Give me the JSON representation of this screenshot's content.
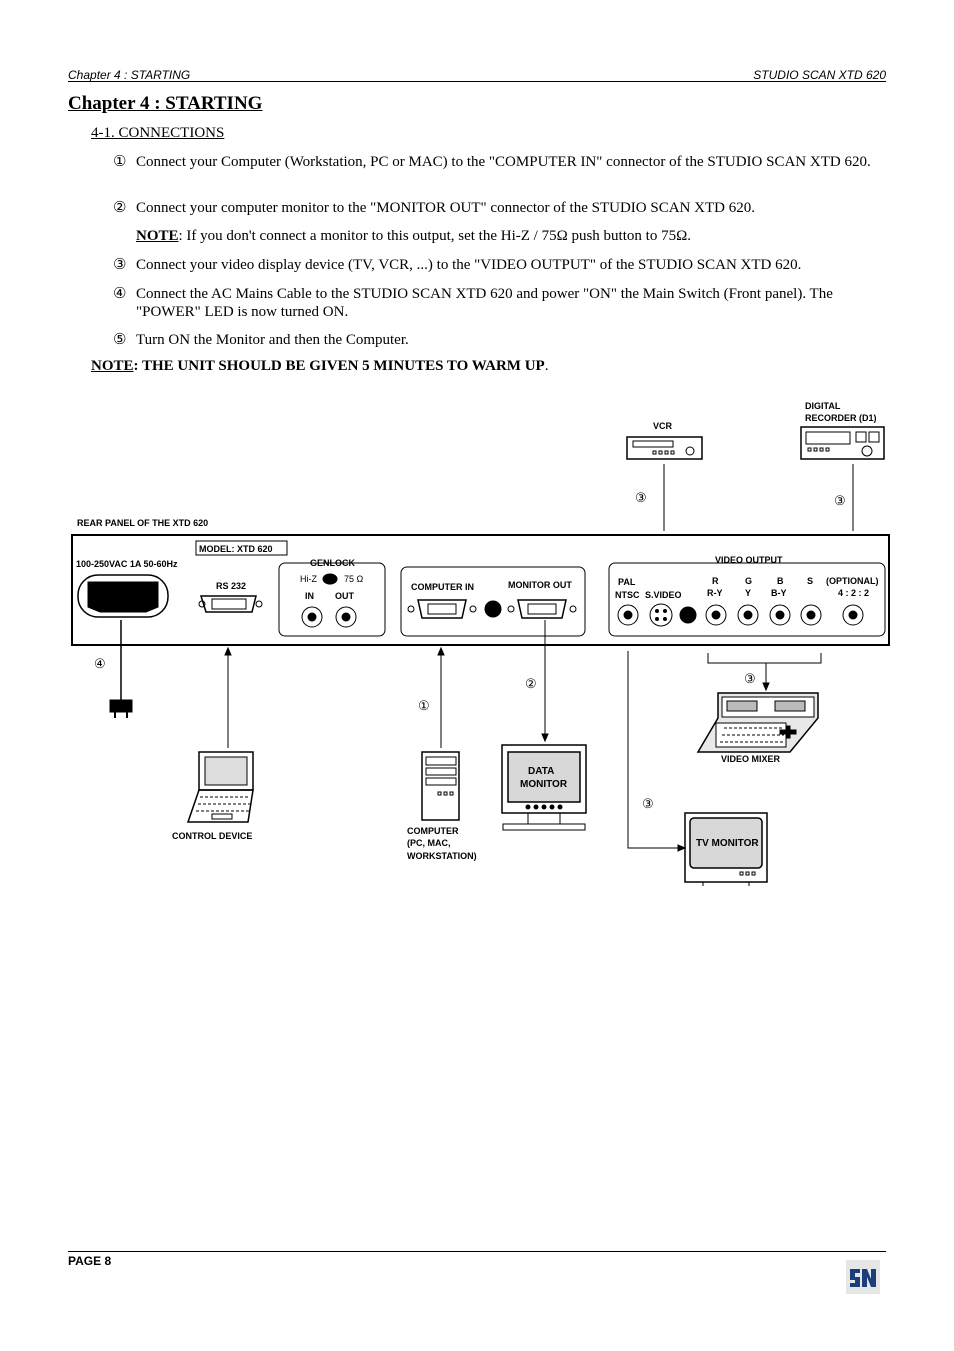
{
  "header": {
    "left": "Chapter 4 : STARTING",
    "right": "STUDIO SCAN XTD 620"
  },
  "title": "Chapter 4 : STARTING",
  "section": "4-1. CONNECTIONS",
  "steps": [
    {
      "num": "①",
      "text": "Connect your Computer (Workstation, PC or MAC) to the \"COMPUTER IN\" connector of the STUDIO SCAN XTD 620."
    },
    {
      "num": "②",
      "text": "Connect your computer monitor to the \"MONITOR OUT\" connector of the STUDIO SCAN XTD 620."
    },
    {
      "num": "③",
      "text": "Connect your video display device (TV, VCR, ...) to the \"VIDEO OUTPUT\" of the STUDIO SCAN XTD 620."
    },
    {
      "num": "④",
      "text": "Connect the AC Mains Cable to the STUDIO SCAN XTD 620 and power \"ON\" the Main Switch (Front panel). The \"POWER\" LED is now turned ON."
    },
    {
      "num": "⑤",
      "text": "Turn ON the Monitor and then the Computer."
    }
  ],
  "note": {
    "label": "NOTE",
    "text": ": If you don't connect a monitor to this output, set the Hi-Z / 75Ω  push button to 75Ω."
  },
  "warmup": {
    "label": "NOTE",
    "text": ": THE UNIT SHOULD BE GIVEN 5 MINUTES TO WARM UP",
    "tail": "."
  },
  "diagram": {
    "vcr": "VCR",
    "recorder_l1": "DIGITAL",
    "recorder_l2": "RECORDER (D1)",
    "rear_panel": "REAR PANEL OF THE XTD 620",
    "model": "MODEL:  XTD 620",
    "power_label": "100-250VAC 1A 50-60Hz",
    "rs232": "RS 232",
    "genlock": "GENLOCK",
    "hiz": "Hi-Z",
    "ohm": "75 Ω",
    "gen_in": "IN",
    "gen_out": "OUT",
    "computer_in": "COMPUTER IN",
    "monitor_out": "MONITOR OUT",
    "video_output": "VIDEO OUTPUT",
    "pal": "PAL",
    "ntsc": "NTSC",
    "svideo": "S.VIDEO",
    "r": "R",
    "ry": "R-Y",
    "g": "G",
    "y": "Y",
    "b": "B",
    "by": "B-Y",
    "s": "S",
    "optional": "(OPTIONAL)",
    "422": "4 : 2 : 2",
    "video_mixer": "VIDEO MIXER",
    "data_monitor_l1": "DATA",
    "data_monitor_l2": "MONITOR",
    "tv_monitor": "TV MONITOR",
    "control_device": "CONTROL DEVICE",
    "computer_l1": "COMPUTER",
    "computer_l2": "(PC, MAC,",
    "computer_l3": "WORKSTATION)",
    "n1": "①",
    "n2": "②",
    "n3": "③",
    "n4": "④"
  },
  "footer": {
    "page": "PAGE 8"
  }
}
